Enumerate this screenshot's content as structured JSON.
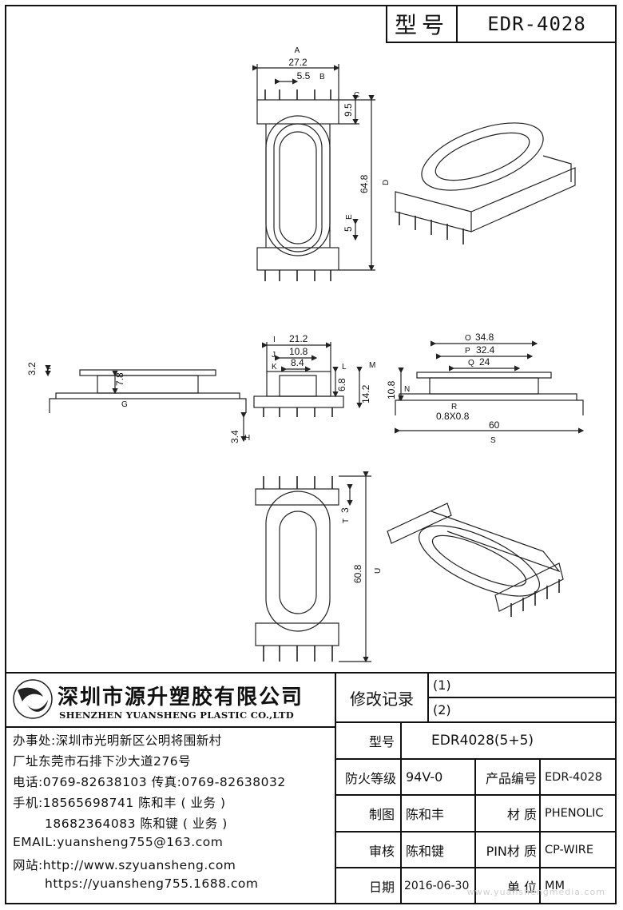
{
  "header": {
    "label": "型号",
    "model": "EDR-4028"
  },
  "drawing": {
    "top_view": {
      "d_27_2": "27.2",
      "d_5_5": "5.5",
      "d_9_5": "9.5",
      "d_64_8": "64.8",
      "d_5": "5",
      "tag_a": "A",
      "tag_b": "B",
      "tag_c": "C",
      "tag_d": "D",
      "tag_e": "E"
    },
    "side_view": {
      "d_3_2": "3.2",
      "d_7_8": "7.8",
      "d_3_4": "3.4",
      "tag_f": "F",
      "tag_g": "G",
      "tag_h": "H"
    },
    "front_view": {
      "d_21_2": "21.2",
      "d_10_8": "10.8",
      "d_8_4": "8.4",
      "d_6_8": "6.8",
      "d_14_2": "14.2",
      "tag_i": "I",
      "tag_j": "J",
      "tag_k": "K",
      "tag_l": "L",
      "tag_m": "M"
    },
    "long_view": {
      "d_34_8": "34.8",
      "d_32_4": "32.4",
      "d_24": "24",
      "d_10_8": "10.8",
      "d_pin": "0.8X0.8",
      "d_60": "60",
      "tag_o": "O",
      "tag_p": "P",
      "tag_q": "Q",
      "tag_n": "N",
      "tag_r": "R",
      "tag_s": "S"
    },
    "bottom_view": {
      "d_3": "3",
      "d_60_8": "60.8",
      "tag_t": "T",
      "tag_u": "U"
    }
  },
  "company": {
    "name_cn": "深圳市源升塑胶有限公司",
    "name_en": "SHENZHEN YUANSHENG PLASTIC CO.,LTD",
    "office": "办事处:深圳市光明新区公明将围新村",
    "factory": "厂址东莞市石排下沙大道276号",
    "phone": "电话:0769-82638103 传真:0769-82638032",
    "mobile1": "手机:18565698741 陈和丰 ( 业务 )",
    "mobile2": "18682364083 陈和键 ( 业务 )",
    "email": "EMAIL:yuansheng755@163.com",
    "web1": "网站:http://www.szyuansheng.com",
    "web2": "https://yuansheng755.1688.com"
  },
  "title_block": {
    "revision_label": "修改记录",
    "rev1": "(1)",
    "rev2": "(2)",
    "model_label": "型号",
    "model_value": "EDR4028(5+5)",
    "fire_label": "防火等级",
    "fire_value": "94V-0",
    "product_no_label": "产品编号",
    "product_no_value": "EDR-4028",
    "drawn_label": "制图",
    "drawn_value": "陈和丰",
    "material_label": "材 质",
    "material_value": "PHENOLIC",
    "check_label": "审核",
    "check_value": "陈和键",
    "pin_label": "PIN材 质",
    "pin_value": "CP-WIRE",
    "date_label": "日期",
    "date_value": "2016-06-30",
    "unit_label": "单 位",
    "unit_value": "MM"
  },
  "watermark": "www.yuanshengmedia.com"
}
